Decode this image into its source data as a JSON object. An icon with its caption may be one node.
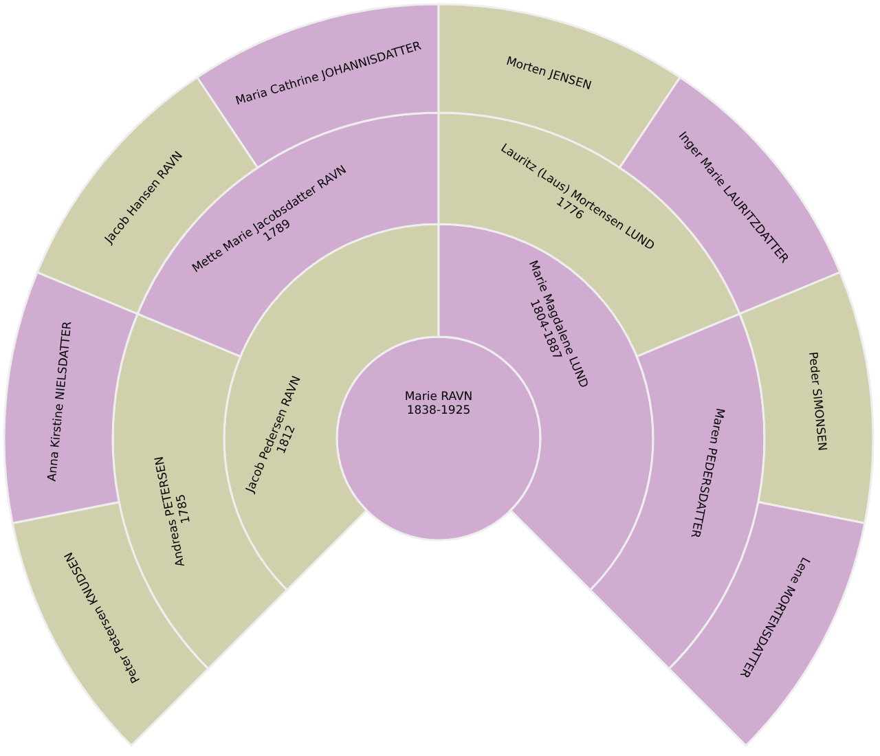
{
  "diagram": {
    "nodes": [
      {
        "text": [
          "Marie RAVN",
          "1838-1925"
        ]
      },
      {
        "text": [
          "Jacob Pedersen RAVN",
          "1812"
        ]
      },
      {
        "text": [
          "Marie Magdalene LUND",
          "1804-1887"
        ]
      },
      {
        "text": [
          "Andreas PETERSEN",
          "1785"
        ]
      },
      {
        "text": [
          "Mette Marie Jacobsdatter RAVN",
          "1789"
        ]
      },
      {
        "text": [
          "Lauritz (Laus) Mortensen LUND",
          "1776"
        ]
      },
      {
        "text": [
          "Maren PEDERSDATTER"
        ]
      },
      {
        "text": [
          "Peter Petersen KNUDSEN"
        ]
      },
      {
        "text": [
          "Anna Kirstine NIELSDATTER"
        ]
      },
      {
        "text": [
          "Jacob Hansen RAVN"
        ]
      },
      {
        "text": [
          "Maria Cathrine JOHANNISDATTER"
        ]
      },
      {
        "text": [
          "Morten JENSEN"
        ]
      },
      {
        "text": [
          "Inger Marie LAURITZDATTER"
        ]
      },
      {
        "text": [
          "Peder SIMONSEN"
        ]
      },
      {
        "text": [
          "Lene MORTENSDATTER"
        ]
      }
    ]
  }
}
